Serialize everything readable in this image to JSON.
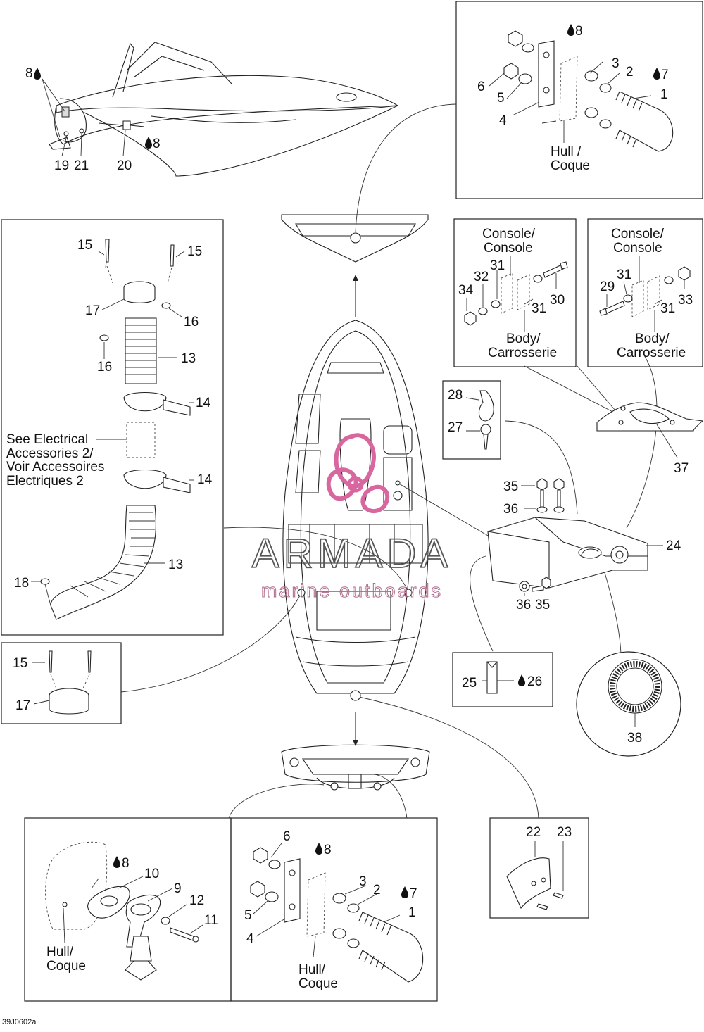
{
  "diagram_code": "39J0602a",
  "watermark": {
    "brand": "ARMADA",
    "tagline": "marine outboards",
    "pink": "#d9679f"
  },
  "labels": {
    "hull_coque_1": [
      "Hull /",
      "Coque"
    ],
    "hull_coque_2": [
      "Hull/",
      "Coque"
    ],
    "hull_coque_3": [
      "Hull/",
      "Coque"
    ],
    "console_a": [
      "Console/",
      "Console"
    ],
    "body_a": [
      "Body/",
      "Carrosserie"
    ],
    "console_b": [
      "Console/",
      "Console"
    ],
    "body_b": [
      "Body/",
      "Carrosserie"
    ],
    "see_electrical": [
      "See Electrical",
      "Accessories 2/",
      "Voir Accessoires",
      "Electriques 2"
    ]
  },
  "callouts": {
    "c8a": "8",
    "c19": "19",
    "c21": "21",
    "c20": "20",
    "c8b": "8",
    "r8": "8",
    "r3": "3",
    "r2": "2",
    "r7": "7",
    "r6": "6",
    "r5": "5",
    "r1": "1",
    "r4": "4",
    "l15a": "15",
    "l15b": "15",
    "l17": "17",
    "l16a": "16",
    "l16b": "16",
    "l13a": "13",
    "l14a": "14",
    "l14b": "14",
    "l13b": "13",
    "l18": "18",
    "s15": "15",
    "s17": "17",
    "k31a": "31",
    "k32": "32",
    "k34": "34",
    "k31b": "31",
    "k30": "30",
    "k29": "29",
    "k31c": "31",
    "k31d": "31",
    "k33": "33",
    "p28": "28",
    "p27": "27",
    "p37": "37",
    "p35a": "35",
    "p36a": "36",
    "p24": "24",
    "p36b": "36",
    "p35b": "35",
    "p25": "25",
    "p26": "26",
    "p38": "38",
    "b8a": "8",
    "b10": "10",
    "b9": "9",
    "b12": "12",
    "b11": "11",
    "b6": "6",
    "b8b": "8",
    "b3": "3",
    "b2": "2",
    "b7": "7",
    "b5": "5",
    "b1": "1",
    "b4": "4",
    "b22": "22",
    "b23": "23"
  }
}
